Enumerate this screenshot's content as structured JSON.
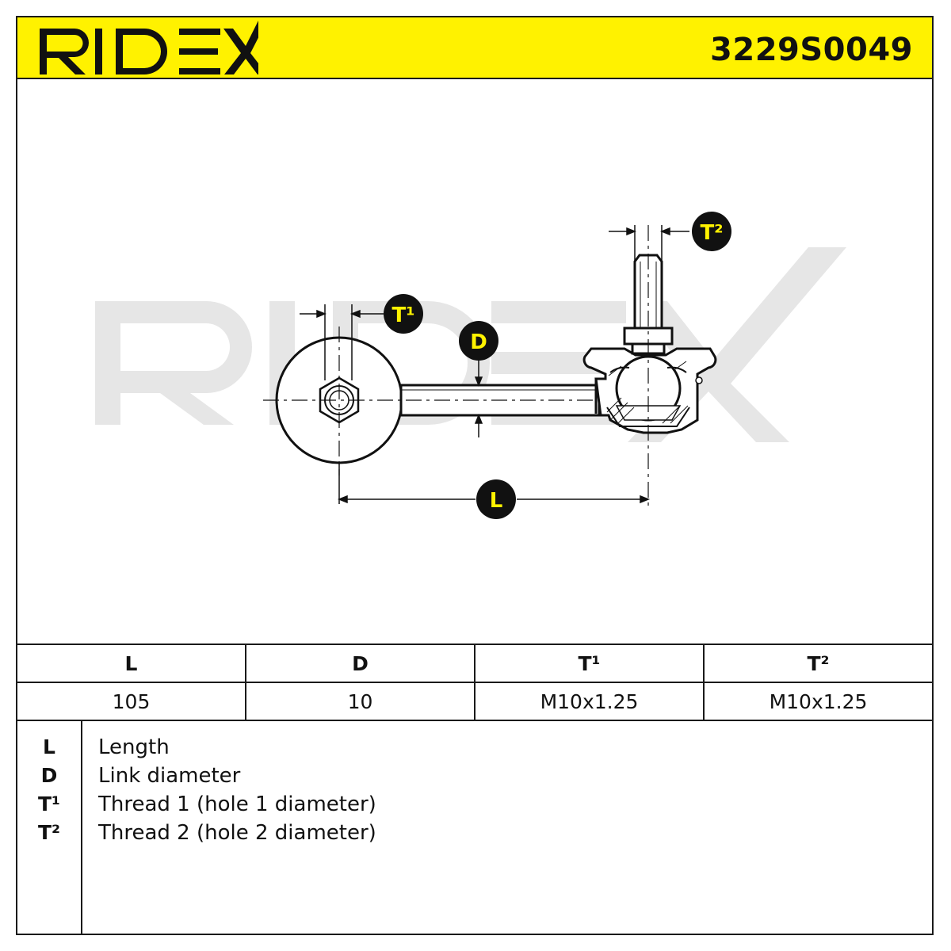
{
  "header": {
    "brand": "RIDEX",
    "part_number": "3229S0049",
    "brand_color": "#fff200"
  },
  "drawing": {
    "watermark": "RIDEX",
    "badges": {
      "t1": "T¹",
      "t2": "T²",
      "d": "D",
      "l": "L"
    }
  },
  "table": {
    "headers": [
      "L",
      "D",
      "T¹",
      "T²"
    ],
    "values": [
      "105",
      "10",
      "M10x1.25",
      "M10x1.25"
    ]
  },
  "legend": [
    {
      "key": "L",
      "desc": "Length"
    },
    {
      "key": "D",
      "desc": "Link diameter"
    },
    {
      "key": "T¹",
      "desc": "Thread 1 (hole 1 diameter)"
    },
    {
      "key": "T²",
      "desc": "Thread 2 (hole 2 diameter)"
    }
  ]
}
